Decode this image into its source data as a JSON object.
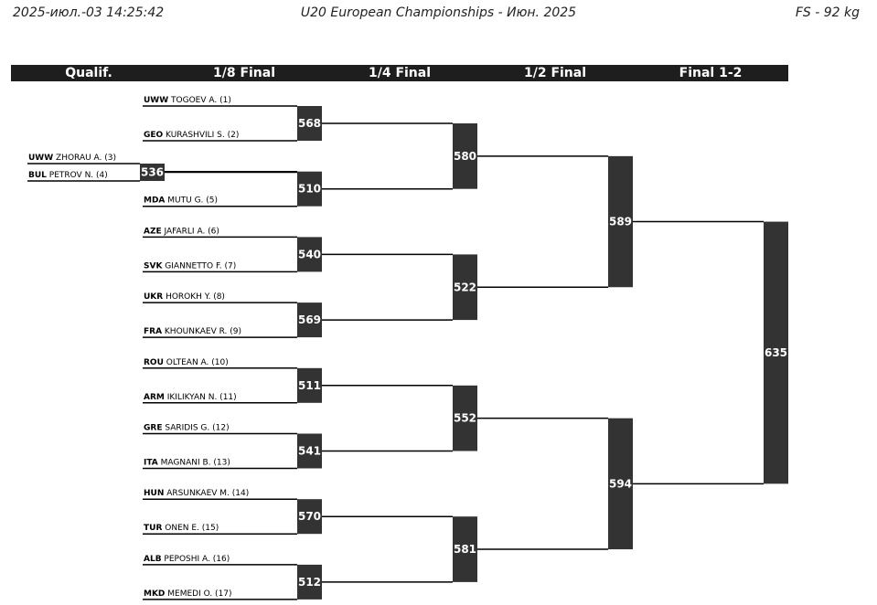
{
  "header": {
    "left": "2025-июл.-03 14:25:42",
    "center": "U20 European Championships - Июн. 2025",
    "right": "FS - 92 kg"
  },
  "rounds": [
    "Qualif.",
    "1/8 Final",
    "1/4 Final",
    "1/2 Final",
    "Final 1-2"
  ],
  "qualification": {
    "match": "536",
    "athletes": [
      {
        "country": "UWW",
        "name": "ZHORAU A. (3)"
      },
      {
        "country": "BUL",
        "name": "PETROV N. (4)"
      }
    ]
  },
  "round_of_16": [
    {
      "match": "568",
      "athletes": [
        {
          "country": "UWW",
          "name": "TOGOEV A. (1)"
        },
        {
          "country": "GEO",
          "name": "KURASHVILI S. (2)"
        }
      ]
    },
    {
      "match": "510",
      "athletes": [
        {
          "country": "",
          "name": ""
        },
        {
          "country": "MDA",
          "name": "MUTU G. (5)"
        }
      ]
    },
    {
      "match": "540",
      "athletes": [
        {
          "country": "AZE",
          "name": "JAFARLI A. (6)"
        },
        {
          "country": "SVK",
          "name": "GIANNETTO F. (7)"
        }
      ]
    },
    {
      "match": "569",
      "athletes": [
        {
          "country": "UKR",
          "name": "HOROKH Y. (8)"
        },
        {
          "country": "FRA",
          "name": "KHOUNKAEV R. (9)"
        }
      ]
    },
    {
      "match": "511",
      "athletes": [
        {
          "country": "ROU",
          "name": "OLTEAN A. (10)"
        },
        {
          "country": "ARM",
          "name": "IKILIKYAN N. (11)"
        }
      ]
    },
    {
      "match": "541",
      "athletes": [
        {
          "country": "GRE",
          "name": "SARIDIS G. (12)"
        },
        {
          "country": "ITA",
          "name": "MAGNANI B. (13)"
        }
      ]
    },
    {
      "match": "570",
      "athletes": [
        {
          "country": "HUN",
          "name": "ARSUNKAEV M. (14)"
        },
        {
          "country": "TUR",
          "name": "ONEN E. (15)"
        }
      ]
    },
    {
      "match": "512",
      "athletes": [
        {
          "country": "ALB",
          "name": "PEPOSHI A. (16)"
        },
        {
          "country": "MKD",
          "name": "MEMEDI O. (17)"
        }
      ]
    }
  ],
  "quarterfinals": [
    "580",
    "522",
    "552",
    "581"
  ],
  "semifinals": [
    "589",
    "594"
  ],
  "final": "635"
}
